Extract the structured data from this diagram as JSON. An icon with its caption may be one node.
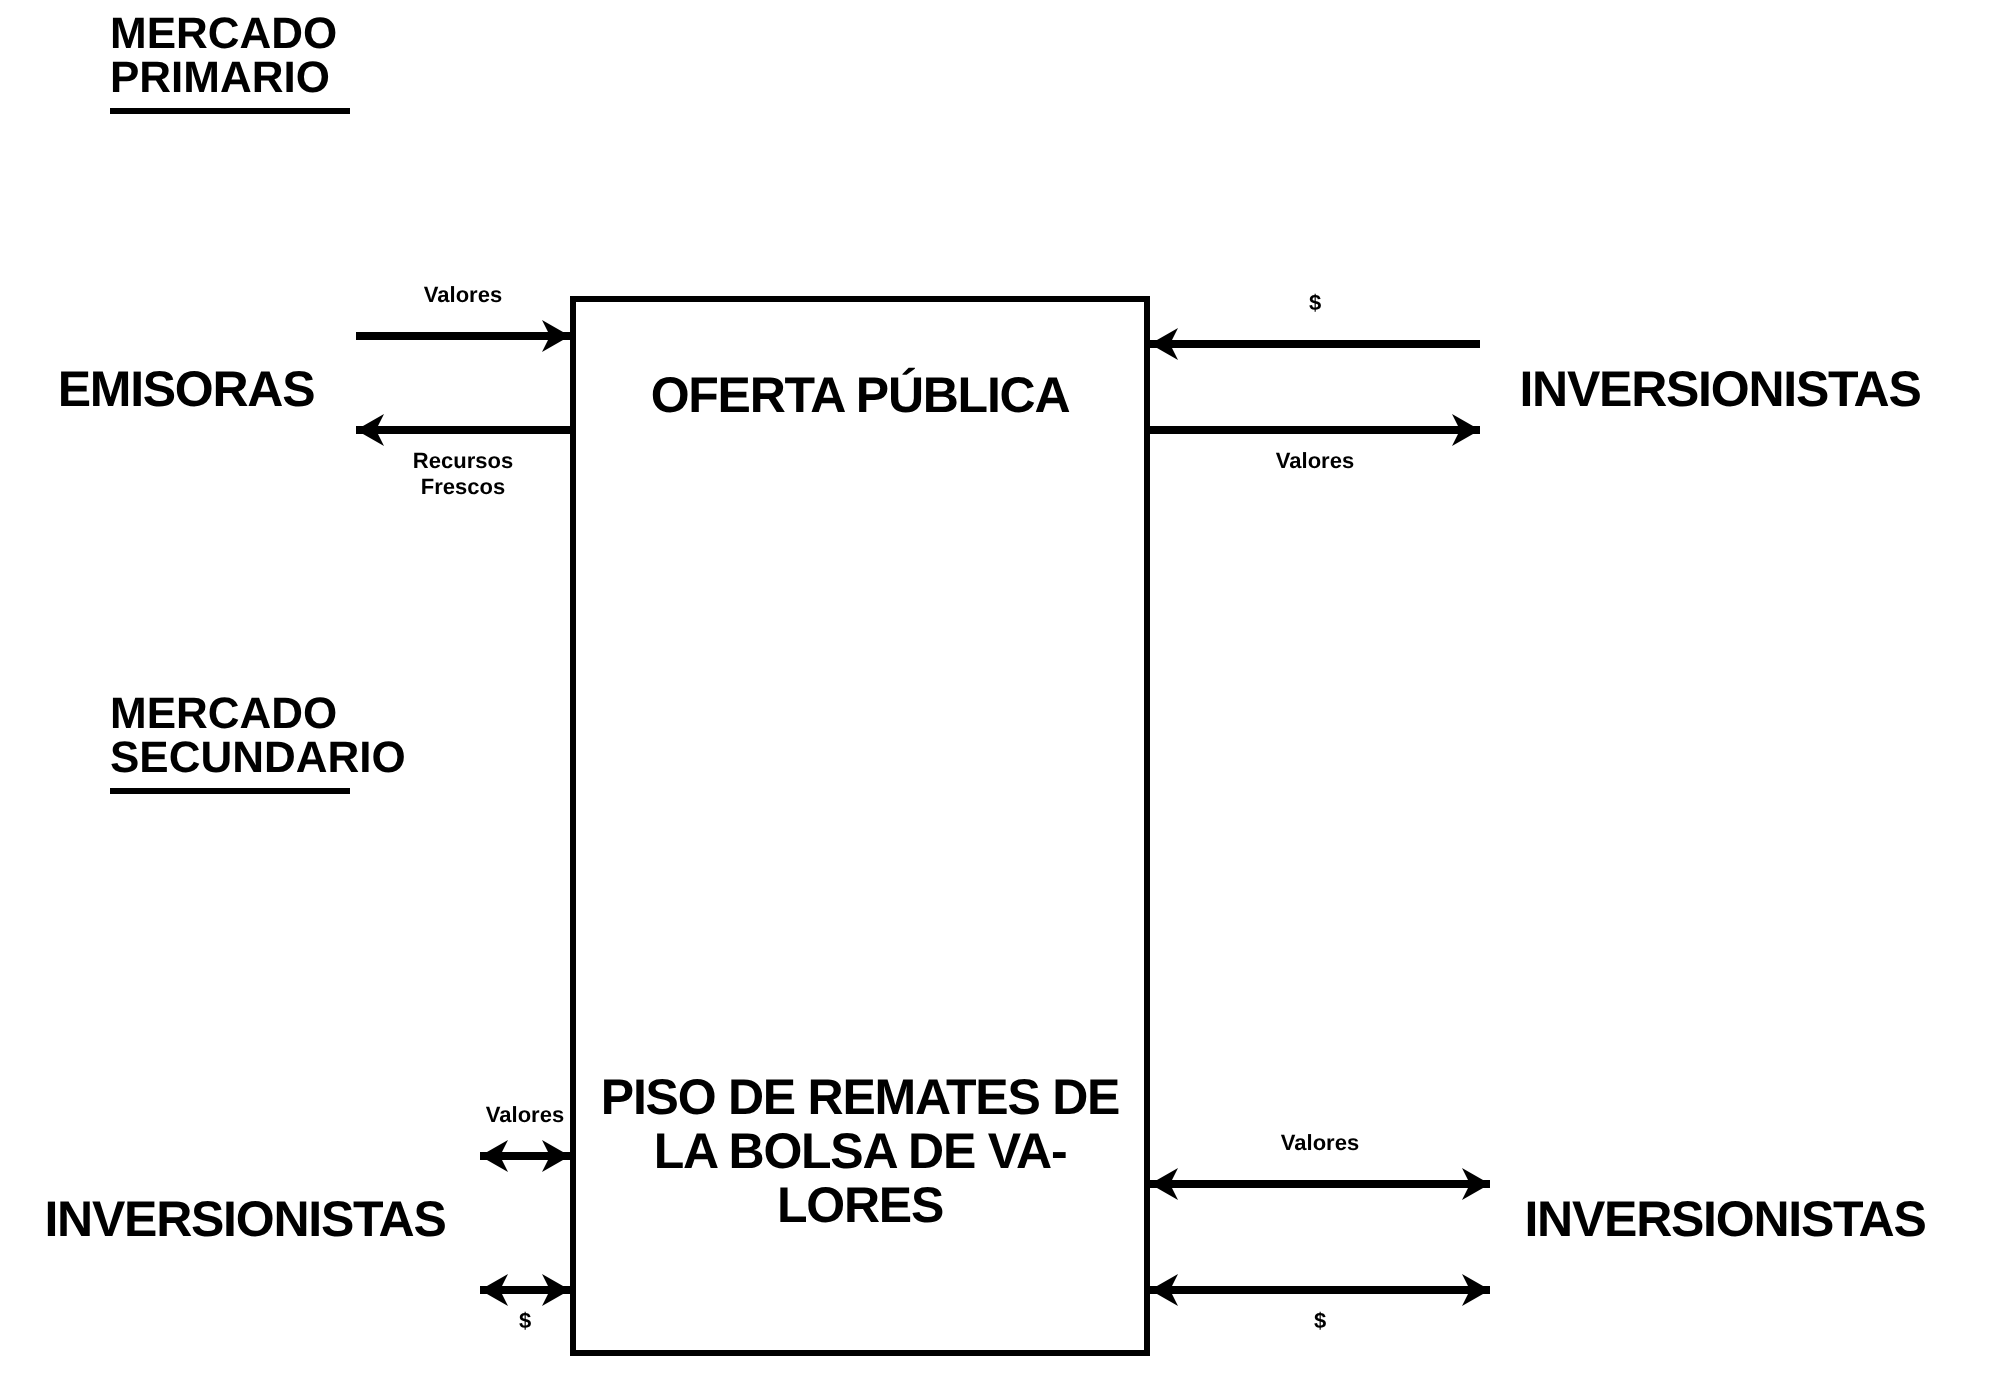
{
  "diagram": {
    "nodes": [
      {
        "text": [
          "EMISORAS"
        ]
      },
      {
        "text": [
          "OFERTA PÚBLICA",
          "PISO DE REMATES DE LA BOLSA DE VA- LORES"
        ]
      },
      {
        "text": [
          "INVERSIONISTAS"
        ]
      },
      {
        "text": [
          "INVERSIONISTAS"
        ]
      },
      {
        "text": [
          "INVERSIONISTAS"
        ]
      }
    ],
    "edges": [
      {
        "from": 0,
        "to": 1,
        "arrow": "to",
        "label": "Valores"
      },
      {
        "from": 1,
        "to": 0,
        "arrow": "to",
        "label": "Recursos Frescos"
      },
      {
        "from": 2,
        "to": 1,
        "arrow": "to",
        "label": "$"
      },
      {
        "from": 1,
        "to": 2,
        "arrow": "to",
        "label": "Valores"
      },
      {
        "from": 3,
        "to": 1,
        "arrow": "both",
        "label": "Valores"
      },
      {
        "from": 3,
        "to": 1,
        "arrow": "both",
        "label": "$"
      },
      {
        "from": 1,
        "to": 4,
        "arrow": "both",
        "label": "Valores"
      },
      {
        "from": 1,
        "to": 4,
        "arrow": "both",
        "label": "$"
      }
    ],
    "labels": [
      "MERCADO PRIMARIO",
      "MERCADO SECUNDARIO"
    ]
  }
}
